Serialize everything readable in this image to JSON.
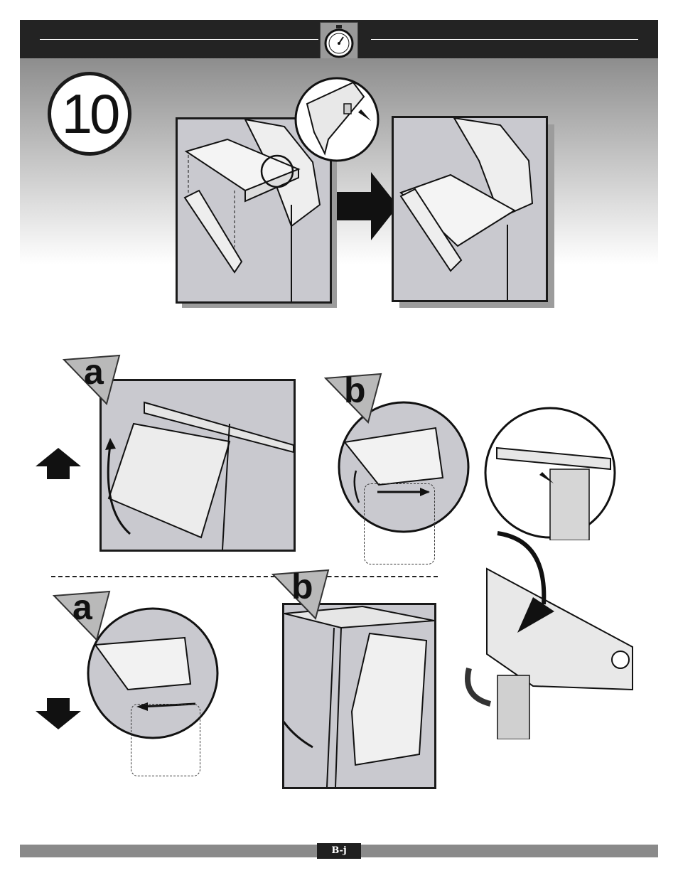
{
  "step": {
    "number": "10"
  },
  "icons": {
    "timer": "stopwatch-icon",
    "raise": "arrow-up-icon",
    "lower": "arrow-down-icon"
  },
  "callouts": {
    "a": "a",
    "b": "b"
  },
  "footer": {
    "page_label": "B-j"
  },
  "colors": {
    "header": "#232323",
    "panel": "#c9c9cf",
    "footer": "#8a8a8a"
  }
}
